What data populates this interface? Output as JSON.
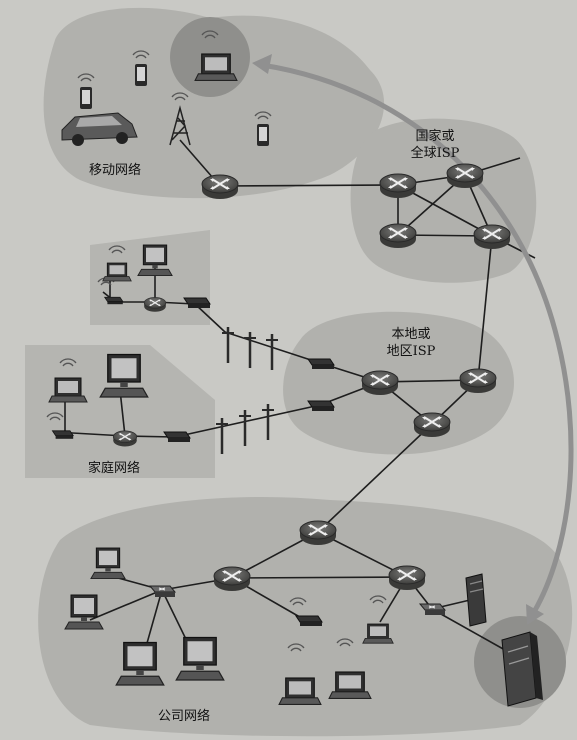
{
  "labels": {
    "mobile_network": "移动网络",
    "national_isp_line1": "国家或",
    "national_isp_line2": "全球ISP",
    "regional_isp_line1": "本地或",
    "regional_isp_line2": "地区ISP",
    "home_network": "家庭网络",
    "enterprise_network": "公司网络"
  },
  "icons": [
    "router-icon",
    "laptop-icon",
    "phone-icon",
    "car-icon",
    "cell-tower-icon",
    "desktop-pc-icon",
    "server-icon",
    "modem-icon",
    "switch-icon",
    "utility-pole-icon",
    "wifi-icon"
  ]
}
